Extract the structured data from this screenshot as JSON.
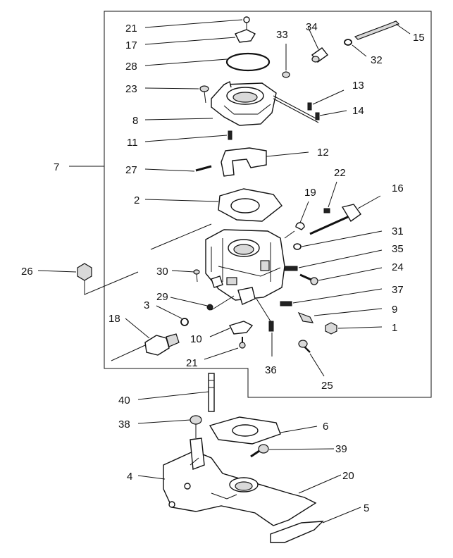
{
  "callouts": {
    "c1": "1",
    "c2": "2",
    "c3": "3",
    "c4": "4",
    "c5": "5",
    "c6": "6",
    "c7": "7",
    "c8": "8",
    "c9": "9",
    "c10": "10",
    "c11": "11",
    "c12": "12",
    "c13": "13",
    "c14": "14",
    "c15": "15",
    "c16": "16",
    "c17": "17",
    "c18": "18",
    "c19": "19",
    "c20": "20",
    "c21a": "21",
    "c21b": "21",
    "c22": "22",
    "c23": "23",
    "c24": "24",
    "c25": "25",
    "c26": "26",
    "c27": "27",
    "c28": "28",
    "c29": "29",
    "c30": "30",
    "c31": "31",
    "c32": "32",
    "c33": "33",
    "c34": "34",
    "c35": "35",
    "c36": "36",
    "c37": "37",
    "c38": "38",
    "c39": "39",
    "c40": "40"
  }
}
